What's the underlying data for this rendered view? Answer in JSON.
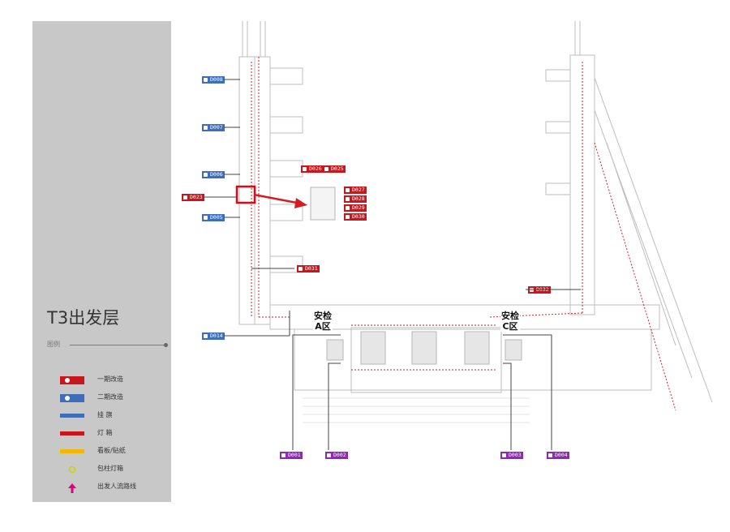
{
  "floor_title": "T3出发层",
  "legend": {
    "heading": "图例",
    "items": [
      {
        "label": "一期改造",
        "icon": "phase-one-badge",
        "color": "#c8161d"
      },
      {
        "label": "二期改造",
        "icon": "phase-two-badge",
        "color": "#3f6db7"
      },
      {
        "label": "挂  旗",
        "icon": "flag-bar",
        "color": "#3f6db7"
      },
      {
        "label": "灯  箱",
        "icon": "lightbox-bar",
        "color": "#c8161d"
      },
      {
        "label": "看板/贴纸",
        "icon": "billboard-bar",
        "color": "#f5b800"
      },
      {
        "label": "包柱灯箱",
        "icon": "column-circle",
        "color": "#c8d400"
      },
      {
        "label": "出发人流路线",
        "icon": "flow-arrow",
        "color": "#e0007a"
      }
    ]
  },
  "zones": [
    {
      "line1": "安检",
      "line2": "A区"
    },
    {
      "line1": "安检",
      "line2": "C区"
    }
  ],
  "tags": {
    "red": [
      "D027",
      "D028",
      "D029",
      "D030",
      "D026",
      "D025",
      "D023",
      "D031",
      "D032"
    ],
    "blue": [
      "D008",
      "D007",
      "D006",
      "D005",
      "D014"
    ],
    "purple": [
      "D001",
      "D002",
      "D003",
      "D004"
    ]
  },
  "colors": {
    "sidebar": "#c8c8c8",
    "red": "#c8161d",
    "blue": "#3f6db7",
    "purple": "#8e2ab0",
    "flow": "#d6222a"
  }
}
